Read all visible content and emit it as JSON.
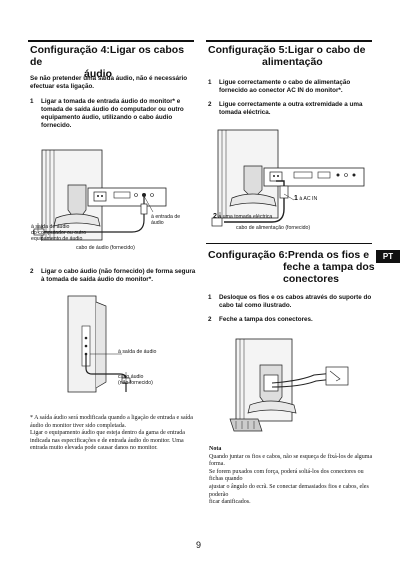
{
  "left": {
    "title_line1": "Configuração 4:Ligar os cabos de",
    "title_line2": "áudio",
    "intro_line1": "Se não pretender uma saída áudio, não é necessário",
    "intro_line2": "efectuar esta ligação.",
    "step1": {
      "num": "1",
      "line1": "Ligar a tomada de entrada áudio do monitor* e",
      "line2": "tomada de saída áudio do computador ou outro",
      "line3": "equipamento áudio, utilizando o cabo áudio",
      "line4": "fornecido."
    },
    "fig1": {
      "label_output_1": "à saída de áudio",
      "label_output_2": "do computador ou outro",
      "label_output_3": "equipamento de áudio",
      "label_input_1": "à entrada de",
      "label_input_2": "áudio",
      "label_cable": "cabo de áudio (fornecido)"
    },
    "step2": {
      "num": "2",
      "line1": "Ligar o cabo áudio (não fornecido) de forma segura",
      "line2": "à tomada de saída áudio do monitor*."
    },
    "fig2": {
      "label_output": "à saída de áudio",
      "label_cable_1": "cabo áudio",
      "label_cable_2": "(não fornecido)"
    },
    "note_line1": "* A saída áudio será modificada quando a ligação de entrada e saída",
    "note_line2": "áudio do monitor tiver sido completada.",
    "note_line3": "Ligar o equipamento áudio que esteja dentro da gama de entrada",
    "note_line4": "indicada nas especificações e de entrada áudio do monitor. Uma",
    "note_line5": "entrada muito elevada pode causar danos no monitor."
  },
  "right": {
    "sec5": {
      "title_line1": "Configuração 5:Ligar o cabo de",
      "title_line2": "alimentação",
      "step1_num": "1",
      "step1_line1": "Ligue correctamente o cabo de alimentação",
      "step1_line2": "fornecido ao conector AC IN do monitor*.",
      "step2_num": "2",
      "step2_line1": "Ligue correctamente a outra extremidade a uma",
      "step2_line2": "tomada eléctrica.",
      "fig": {
        "marker1": "1",
        "label_acin": "à AC IN",
        "marker2": "2",
        "label_outlet": "a uma tomada eléctrica",
        "label_cable": "cabo de alimentação (fornecido)"
      }
    },
    "sec6": {
      "title_line1": "Configuração 6:Prenda os fios e",
      "title_line2": "feche a tampa dos",
      "title_line3": "conectores",
      "step1_num": "1",
      "step1_line1": "Desloque os fios e os cabos através do suporte do",
      "step1_line2": "cabo tal como ilustrado.",
      "step2_num": "2",
      "step2_line": "Feche a tampa dos conectores.",
      "note_title": "Nota",
      "note_line1": "Quando juntar os fios e cabos, não se esqueça de fixá-los de alguma forma.",
      "note_line2": "Se forem puxados com força, poderá soltá-los dos conectores ou fichas quando",
      "note_line3": "ajustar o ângulo do ecrã. Se conectar demasiados fios e cabos, eles poderão",
      "note_line4": "ficar danificados."
    }
  },
  "language_tab": "PT",
  "page_number": "9"
}
